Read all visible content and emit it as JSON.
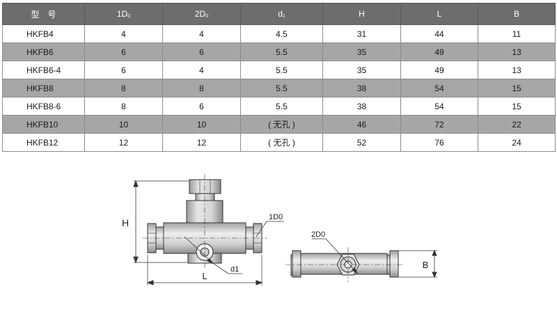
{
  "table": {
    "headers": [
      {
        "main": "型　号",
        "sub": ""
      },
      {
        "main": "1D",
        "sub": "0"
      },
      {
        "main": "2D",
        "sub": "0"
      },
      {
        "main": "d",
        "sub": "1"
      },
      {
        "main": "H",
        "sub": ""
      },
      {
        "main": "L",
        "sub": ""
      },
      {
        "main": "B",
        "sub": ""
      }
    ],
    "rows": [
      {
        "cells": [
          "HKFB4",
          "4",
          "4",
          "4.5",
          "31",
          "44",
          "11"
        ],
        "shaded": false
      },
      {
        "cells": [
          "HKFB6",
          "6",
          "6",
          "5.5",
          "35",
          "49",
          "13"
        ],
        "shaded": true
      },
      {
        "cells": [
          "HKFB6-4",
          "6",
          "4",
          "5.5",
          "35",
          "49",
          "13"
        ],
        "shaded": false
      },
      {
        "cells": [
          "HKFB8",
          "8",
          "8",
          "5.5",
          "38",
          "54",
          "15"
        ],
        "shaded": true
      },
      {
        "cells": [
          "HKFB8-6",
          "8",
          "6",
          "5.5",
          "38",
          "54",
          "15"
        ],
        "shaded": false
      },
      {
        "cells": [
          "HKFB10",
          "10",
          "10",
          "( 无孔 )",
          "46",
          "72",
          "22"
        ],
        "shaded": true
      },
      {
        "cells": [
          "HKFB12",
          "12",
          "12",
          "( 无孔 )",
          "52",
          "76",
          "24"
        ],
        "shaded": false
      }
    ]
  },
  "drawing": {
    "front_view": {
      "label_h": "H",
      "label_l": "L",
      "label_1d0": "1D0",
      "label_d1": "d1"
    },
    "side_view": {
      "label_2d0": "2D0",
      "label_b": "B"
    }
  },
  "colors": {
    "header_bg": "#6d6d6d",
    "shaded_row": "#a6a6a6",
    "line": "#333333"
  }
}
